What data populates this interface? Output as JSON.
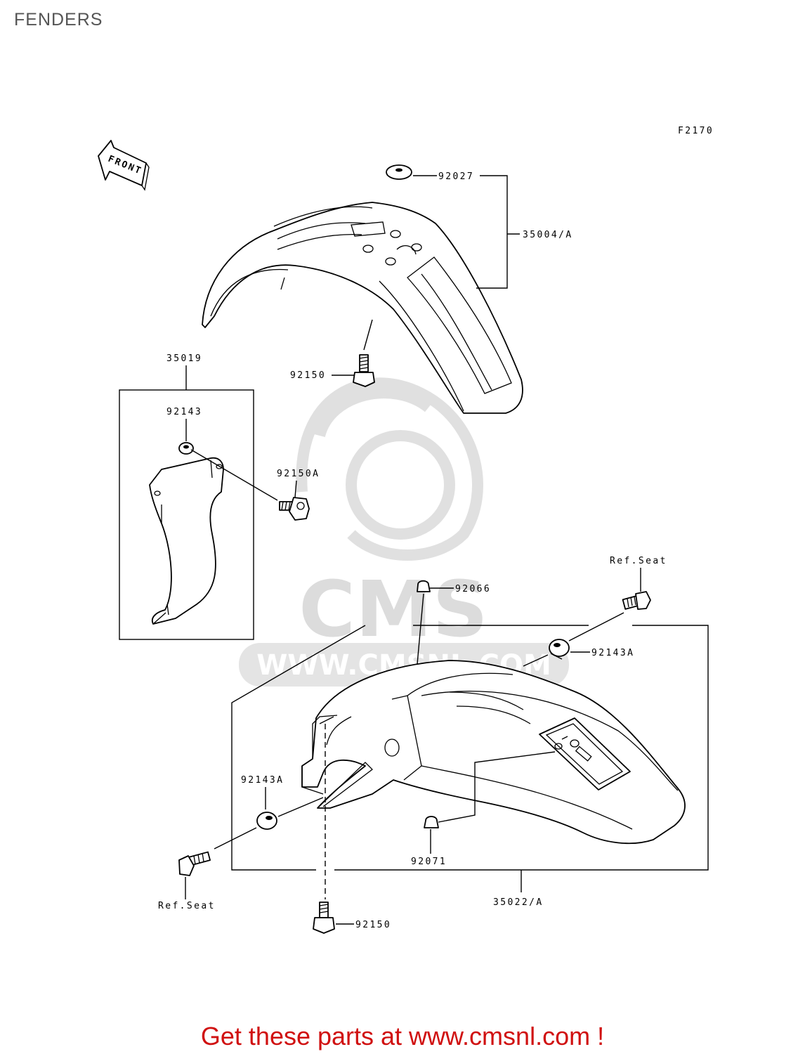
{
  "page": {
    "title": "FENDERS"
  },
  "diagram": {
    "figure_code": "F2170",
    "direction_label": "FRONT",
    "watermark": {
      "logo_text": "CMS",
      "url_text": "WWW.CMSNL.COM"
    },
    "callouts": {
      "front_fender_assy": "35004/A",
      "front_fender_grommet": "92027",
      "front_fender_bolt": "92150",
      "mud_guard_assy": "35019",
      "mud_guard_collar": "92143",
      "mud_guard_bolt": "92150A",
      "rear_fender_damper": "92066",
      "rear_collar_right": "92143A",
      "ref_seat_right": "Ref.Seat",
      "rear_collar_left": "92143A",
      "ref_seat_left": "Ref.Seat",
      "rear_grommet": "92071",
      "rear_fender_bolt": "92150",
      "rear_fender_assy": "35022/A"
    }
  },
  "footer": {
    "cta": "Get these parts at www.cmsnl.com !"
  }
}
